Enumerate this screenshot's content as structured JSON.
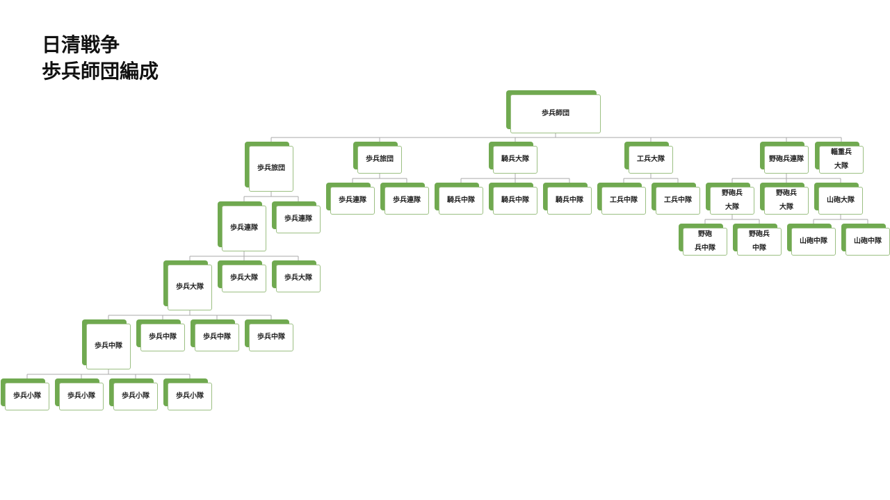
{
  "title": {
    "line1": "日清戦争",
    "line2": "歩兵師団編成"
  },
  "colors": {
    "accent": "#70a950",
    "connector": "#a8a8a8",
    "card_border": "#9bbf82"
  },
  "nodes": {
    "division": [
      "歩兵師団"
    ],
    "brigade_1": [
      "歩兵旅団"
    ],
    "brigade_2": [
      "歩兵旅団"
    ],
    "cavalry_battalion": [
      "騎兵大隊"
    ],
    "engineer_battalion": [
      "工兵大隊"
    ],
    "field_artillery_regiment": [
      "野砲兵連隊"
    ],
    "transport_battalion": [
      "輜重兵",
      "大隊"
    ],
    "regiment_1": [
      "歩兵連隊"
    ],
    "regiment_2": [
      "歩兵連隊"
    ],
    "regiment_3": [
      "歩兵連隊"
    ],
    "regiment_4": [
      "歩兵連隊"
    ],
    "cavalry_company_1": [
      "騎兵中隊"
    ],
    "cavalry_company_2": [
      "騎兵中隊"
    ],
    "cavalry_company_3": [
      "騎兵中隊"
    ],
    "engineer_company_1": [
      "工兵中隊"
    ],
    "engineer_company_2": [
      "工兵中隊"
    ],
    "field_artillery_battalion_1": [
      "野砲兵",
      "大隊"
    ],
    "field_artillery_battalion_2": [
      "野砲兵",
      "大隊"
    ],
    "mountain_artillery_battalion": [
      "山砲大隊"
    ],
    "field_artillery_company_1": [
      "野砲",
      "兵中隊"
    ],
    "field_artillery_company_2": [
      "野砲兵",
      "中隊"
    ],
    "mountain_artillery_company_1": [
      "山砲中隊"
    ],
    "mountain_artillery_company_2": [
      "山砲中隊"
    ],
    "battalion_1": [
      "歩兵大隊"
    ],
    "battalion_2": [
      "歩兵大隊"
    ],
    "battalion_3": [
      "歩兵大隊"
    ],
    "company_1": [
      "歩兵中隊"
    ],
    "company_2": [
      "歩兵中隊"
    ],
    "company_3": [
      "歩兵中隊"
    ],
    "company_4": [
      "歩兵中隊"
    ],
    "platoon_1": [
      "歩兵小隊"
    ],
    "platoon_2": [
      "歩兵小隊"
    ],
    "platoon_3": [
      "歩兵小隊"
    ],
    "platoon_4": [
      "歩兵小隊"
    ]
  }
}
